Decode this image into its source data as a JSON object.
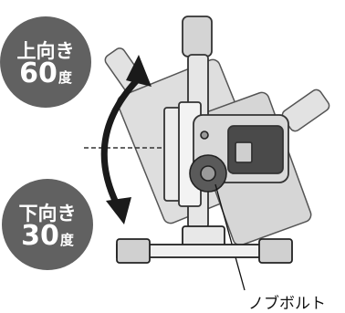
{
  "badges": {
    "up": {
      "line1": "上向き",
      "value": "60",
      "unit": "度"
    },
    "down": {
      "line1": "下向き",
      "value": "30",
      "unit": "度"
    }
  },
  "callout": {
    "label": "ノブボルト"
  },
  "colors": {
    "badge": "#616161",
    "ink": "#111111",
    "light_gray": "#d9d9d9",
    "mid_gray": "#bdbdbd",
    "dark_gray": "#4a4a4a"
  }
}
